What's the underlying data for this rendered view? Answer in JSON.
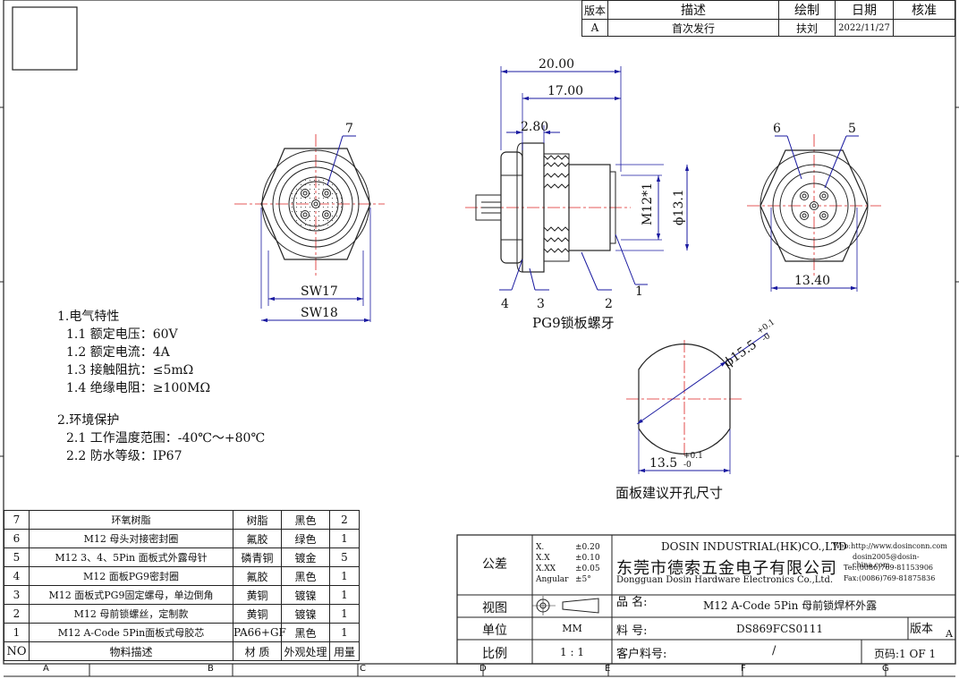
{
  "revision_table": {
    "headers": [
      "版本",
      "描述",
      "绘制",
      "日期",
      "核准"
    ],
    "row": [
      "A",
      "首次发行",
      "扶刘",
      "2022/11/27",
      ""
    ]
  },
  "dims": {
    "d20": "20.00",
    "d17": "17.00",
    "d280": "2.80",
    "m12": "M12*1",
    "d131": "ϕ13.1",
    "sw17": "SW17",
    "sw18": "SW18",
    "d1340": "13.40",
    "d155": "ϕ15.5",
    "d155_tol_up": "+0.1",
    "d155_tol_lo": "-0",
    "d135": "13.5",
    "d135_tol_up": "+0.1",
    "d135_tol_lo": "-0"
  },
  "balloons": {
    "b7": "7",
    "b6": "6",
    "b5": "5",
    "b4": "4",
    "b3": "3",
    "b2": "2",
    "b1": "1"
  },
  "labels": {
    "pg9": "PG9锁板螺牙",
    "panel": "面板建议开孔尺寸"
  },
  "notes": {
    "h1": "1.电气特性",
    "l1": "1.1 额定电压：60V",
    "l2": "1.2 额定电流：4A",
    "l3": "1.3 接触阻抗：≤5mΩ",
    "l4": "1.4 绝缘电阻：≥100MΩ",
    "h2": "2.环境保护",
    "l5": "2.1 工作温度范围：-40℃～+80℃",
    "l6": "2.2 防水等级：IP67"
  },
  "bom": {
    "rows": [
      [
        "7",
        "环氧树脂",
        "树脂",
        "黑色",
        "2"
      ],
      [
        "6",
        "M12 母头对接密封圈",
        "氟胶",
        "绿色",
        "1"
      ],
      [
        "5",
        "M12 3、4、5Pin 面板式外露母针",
        "磷青铜",
        "镀金",
        "5"
      ],
      [
        "4",
        "M12 面板PG9密封圈",
        "氟胶",
        "黑色",
        "1"
      ],
      [
        "3",
        "M12 面板式PG9固定螺母，单边倒角",
        "黄铜",
        "镀镍",
        "1"
      ],
      [
        "2",
        "M12 母前锁螺丝，定制款",
        "黄铜",
        "镀镍",
        "1"
      ],
      [
        "1",
        "M12 A-Code 5Pin面板式母胶芯",
        "PA66+GF",
        "黑色",
        "1"
      ]
    ],
    "header": [
      "NO",
      "物料描述",
      "材 质",
      "外观处理",
      "用量"
    ]
  },
  "title_block": {
    "tol_label": "公差",
    "tol": [
      "X.",
      "±0.20",
      "X.X",
      "±0.10",
      "X.XX",
      "±0.05",
      "Angular",
      "±5°"
    ],
    "company_en": "DOSIN INDUSTRIAL(HK)CO.,LTD",
    "company_cn": "东莞市德索五金电子有限公司",
    "company_en2": "Dongguan Dosin Hardware Electronics Co.,Ltd.",
    "web": "Web:http://www.dosinconn.com",
    "email": "dosin2005@dosin-china.com",
    "tel": "Tel:(0086)769-81153906",
    "fax": "Fax:(0086)769-81875836",
    "view_label": "视图",
    "name_label": "品  名:",
    "name_value": "M12 A-Code 5Pin 母前锁焊杯外露",
    "unit_label": "单位",
    "unit_value": "MM",
    "part_label": "料  号:",
    "part_value": "DS869FCS0111",
    "rev_label": "版本",
    "rev_value": "A",
    "scale_label": "比例",
    "scale_value": "1 : 1",
    "cust_label": "客户料号:",
    "cust_value": "/",
    "page_label": "页码:1 OF 1"
  },
  "zones": [
    "A",
    "B",
    "C",
    "D",
    "E",
    "F",
    "G"
  ]
}
